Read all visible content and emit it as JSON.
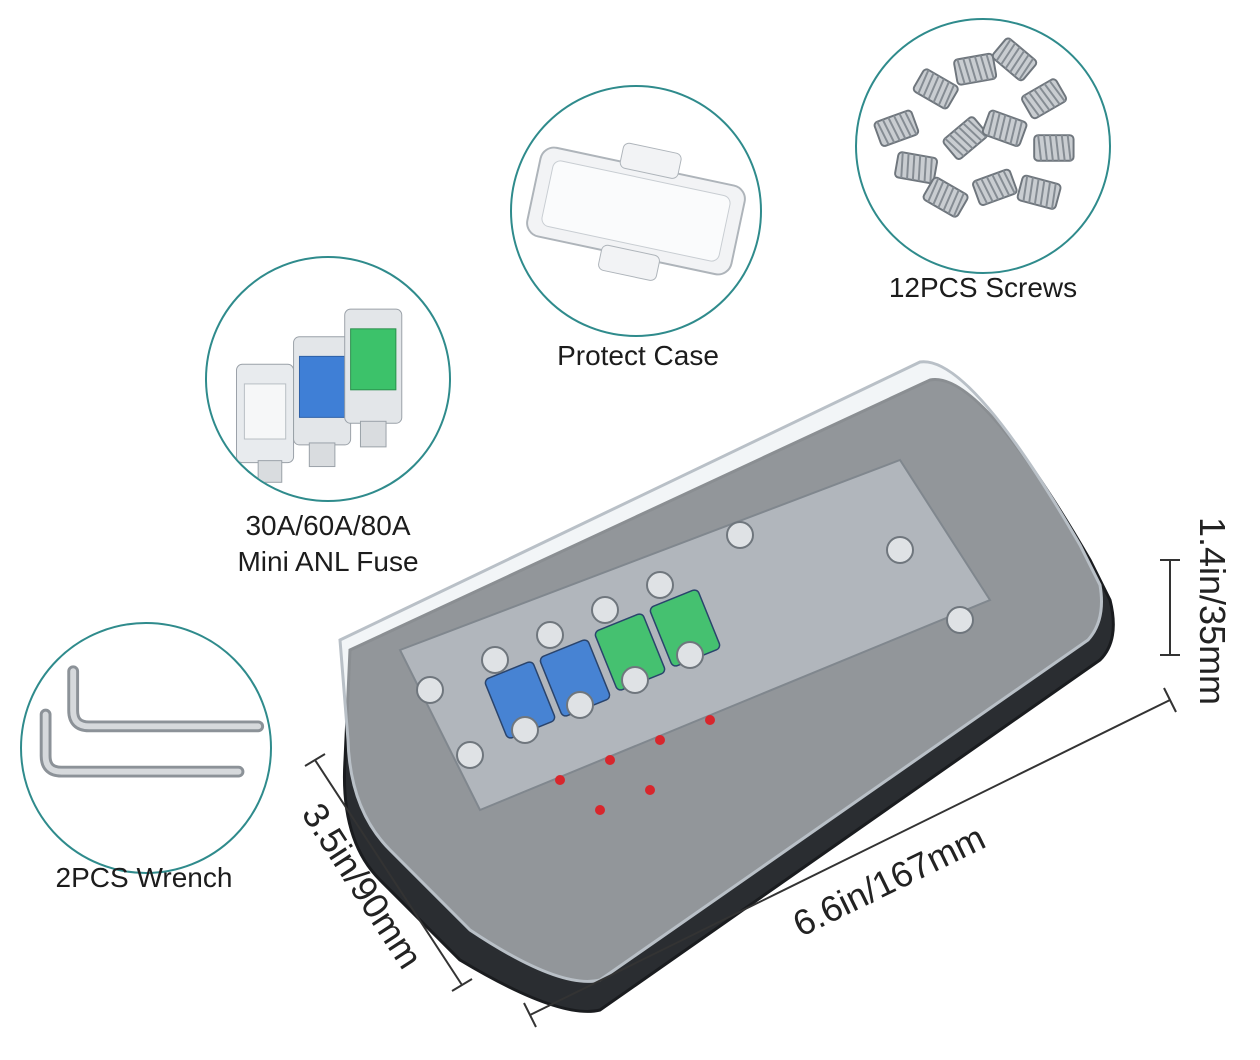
{
  "accessories": {
    "fuse_caption_line1": "30A/60A/80A",
    "fuse_caption_line2": "Mini ANL Fuse",
    "case_caption": "Protect Case",
    "screws_caption": "12PCS Screws",
    "wrench_caption": "2PCS Wrench"
  },
  "dimensions": {
    "height_label": "1.4in/35mm",
    "depth_label": "3.5in/90mm",
    "length_label": "6.6in/167mm"
  },
  "colors": {
    "circle_border": "#2f8b8c",
    "fuse_blue": "#3f7fd6",
    "fuse_green": "#3cc26a",
    "fuse_clear": "#e6e9ec"
  }
}
